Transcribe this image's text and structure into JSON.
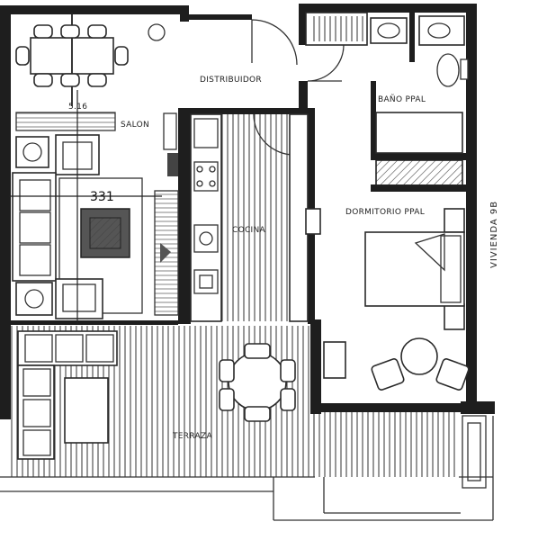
{
  "labels": {
    "distribuidor": "DISTRIBUIDOR",
    "salon": "SALON",
    "cocina": "COCINA",
    "bano": "BAÑO PPAL",
    "dormitorio": "DORMITORIO PPAL",
    "terraza": "TERRAZA",
    "vivienda": "VIVIENDA 9B",
    "dim_331": "331",
    "dim_top": "5.16"
  },
  "colors": {
    "wall": "#1e1e1e",
    "line": "#333333",
    "paper": "#ffffff"
  }
}
